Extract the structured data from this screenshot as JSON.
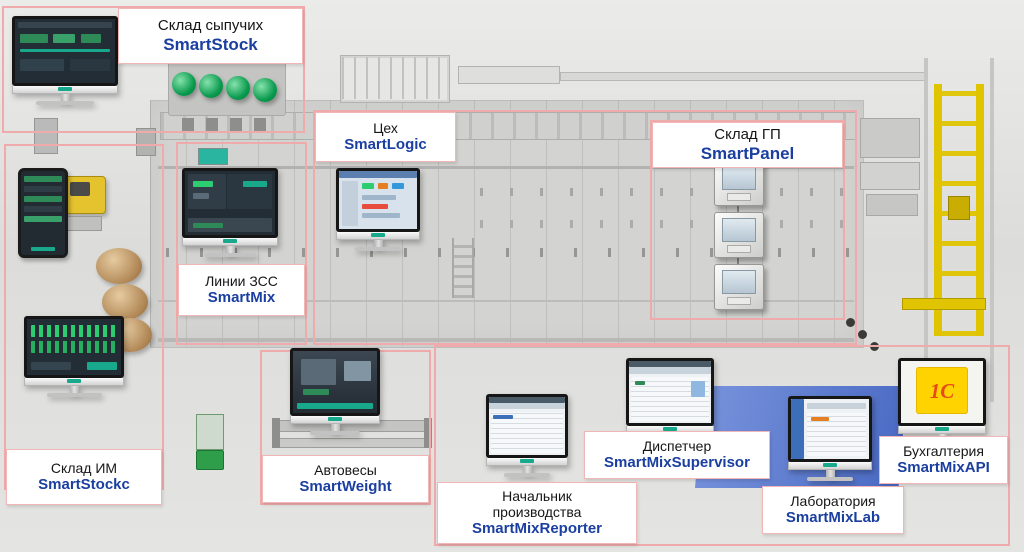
{
  "diagram": {
    "title": "Plant automation software map",
    "zones": [
      {
        "id": "smartstock",
        "area": "Склад сыпучих",
        "product": "SmartStock"
      },
      {
        "id": "smartstockc",
        "area": "Склад ИМ",
        "product": "SmartStockc"
      },
      {
        "id": "smartmix",
        "area": "Линии ЗСС",
        "product": "SmartMix"
      },
      {
        "id": "smartlogic",
        "area": "Цех",
        "product": "SmartLogic"
      },
      {
        "id": "smartpanel",
        "area": "Склад ГП",
        "product": "SmartPanel"
      },
      {
        "id": "smartweight",
        "area": "Автовесы",
        "product": "SmartWeight"
      },
      {
        "id": "smartmixreporter",
        "area": "Начальник производства",
        "product": "SmartMixReporter"
      },
      {
        "id": "smartmixsupervisor",
        "area": "Диспетчер",
        "product": "SmartMixSupervisor"
      },
      {
        "id": "smartmixlab",
        "area": "Лаборатория",
        "product": "SmartMixLab"
      },
      {
        "id": "smartmixapi",
        "area": "Бухгалтерия",
        "product": "SmartMixAPI"
      }
    ],
    "api_logo": "1С",
    "colors": {
      "zone_border": "#efabab",
      "label_bg": "#ffffff",
      "area_text": "#161616",
      "product_text": "#1b3fa0",
      "lab_floor_blue": "#4767c2",
      "crane_yellow": "#e0c400",
      "silo_green": "#0a9a4e",
      "logo_yellow": "#ffd300",
      "logo_text": "#e64a19",
      "monitor_badge_teal": "#18a88c"
    }
  }
}
